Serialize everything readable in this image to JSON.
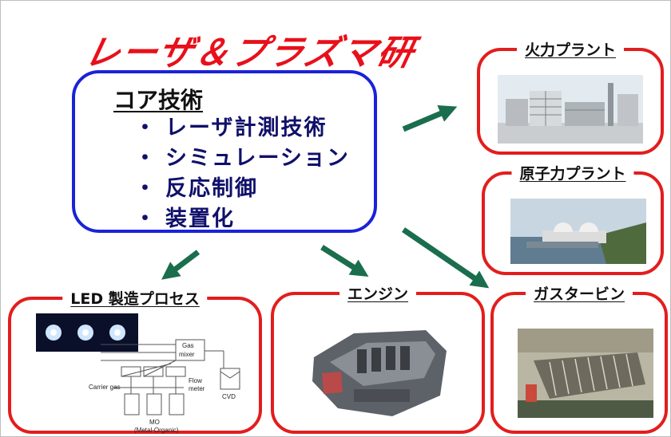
{
  "title": "レーザ＆プラズマ研",
  "core": {
    "heading": "コア技術",
    "items": [
      {
        "bullet": "・",
        "label": "レーザ計測技術"
      },
      {
        "bullet": "・",
        "label": "シミュレーション"
      },
      {
        "bullet": "・",
        "label": "反応制御"
      },
      {
        "bullet": "・",
        "label": "装置化"
      }
    ]
  },
  "applications": {
    "thermal": "火力プラント",
    "nuclear": "原子力プラント",
    "gas_turbine": "ガスタービン",
    "engine": "エンジン",
    "led": "LED 製造プロセス"
  },
  "led_diagram": {
    "gas_mixer": [
      "Gas",
      "mixer"
    ],
    "flow_meter": [
      "Flow",
      "meter"
    ],
    "carrier_gas": "Carrier gas",
    "cvd": "CVD",
    "mo": [
      "MO",
      "(Metal-Organic)"
    ]
  },
  "colors": {
    "title": "#e8101a",
    "core_border": "#1a22d8",
    "card_border": "#e31d1d",
    "arrow": "#1a6e4d"
  }
}
